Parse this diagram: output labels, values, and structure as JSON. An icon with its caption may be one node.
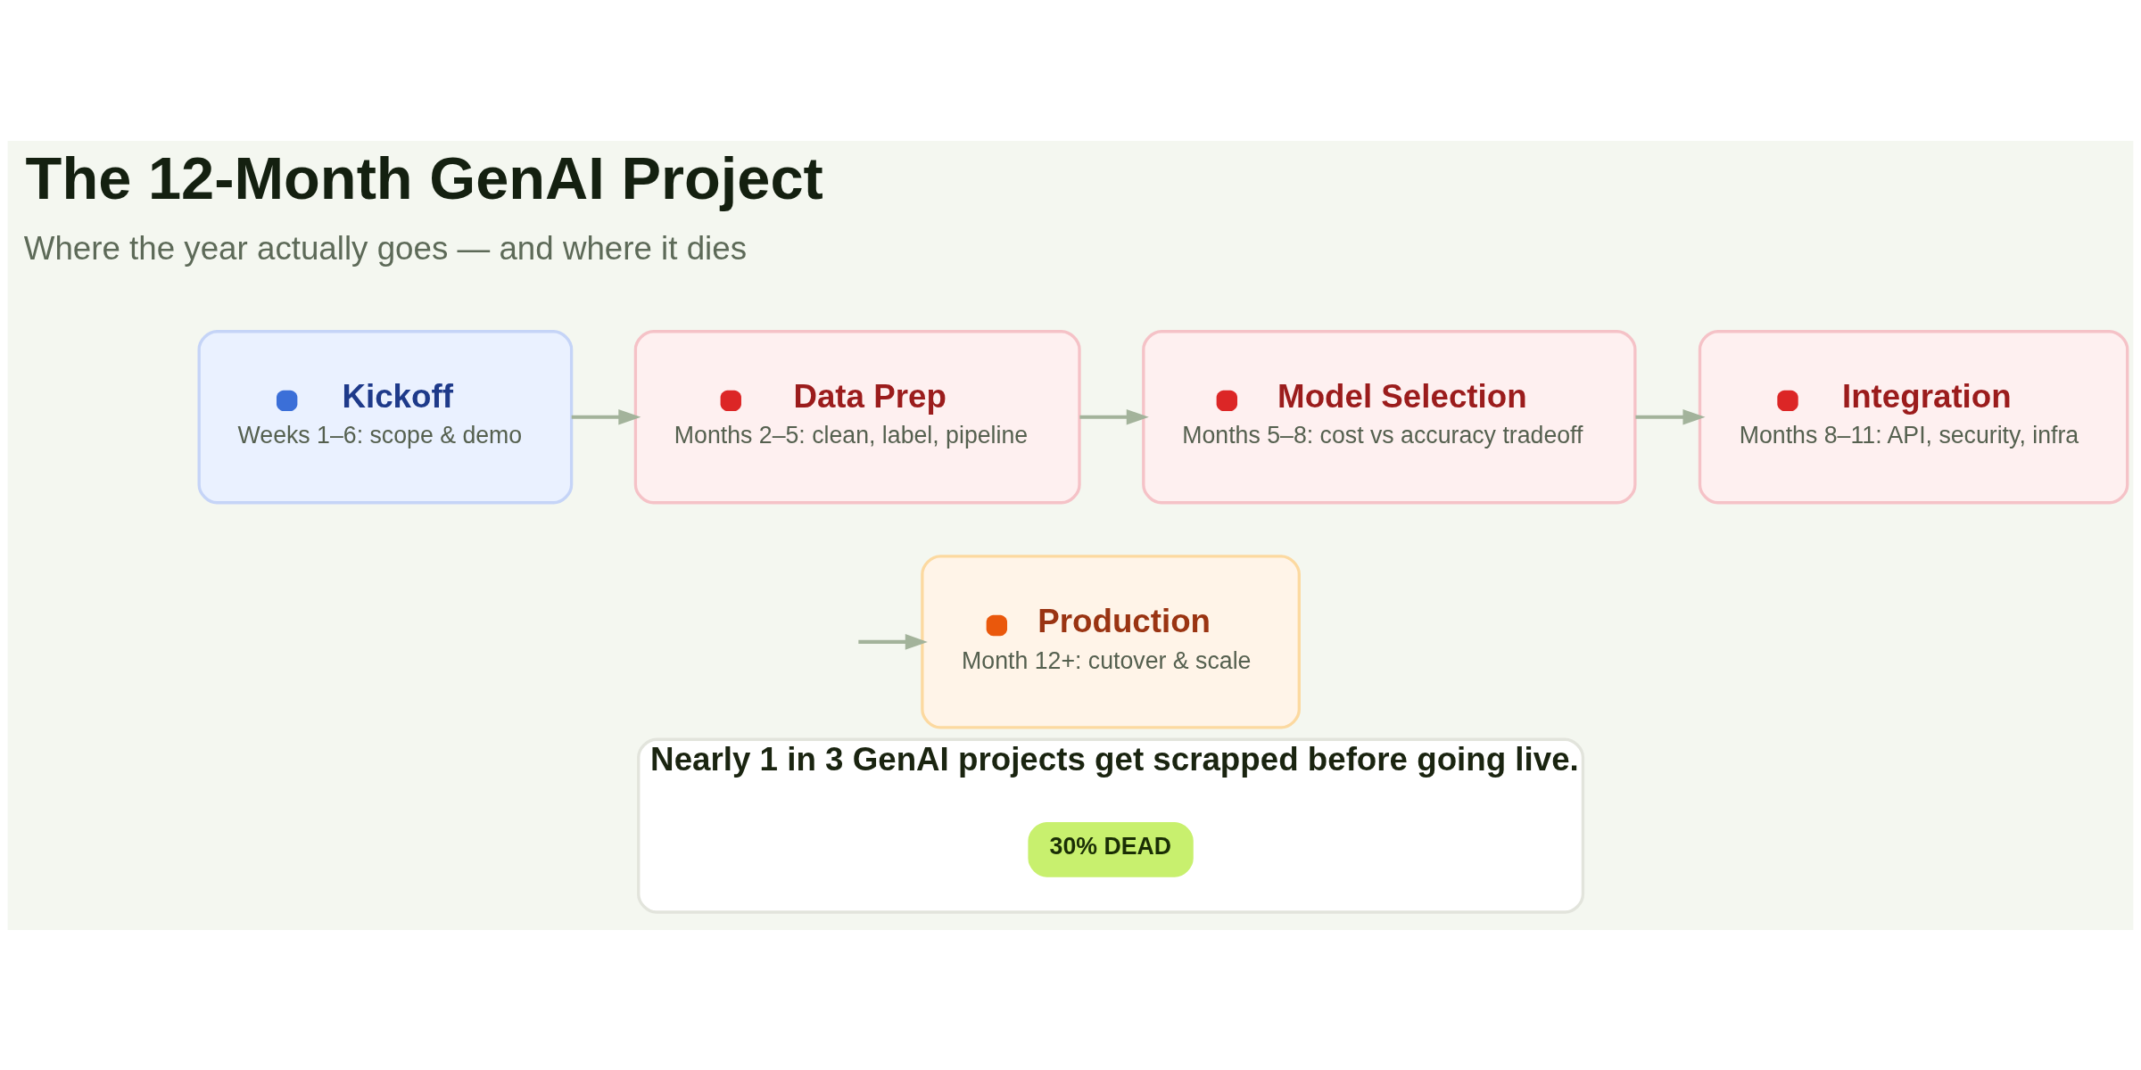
{
  "diagram": {
    "title": "The 12-Month GenAI Project",
    "nodes": [
      {
        "text": [
          "Kickoff",
          "Weeks 1–6: scope & demo"
        ]
      },
      {
        "text": [
          "Data Prep",
          "Months 2–5: clean, label, pipeline"
        ]
      },
      {
        "text": [
          "Model Selection",
          "Months 5–8: cost vs accuracy tradeoff"
        ]
      },
      {
        "text": [
          "Integration",
          "Months 8–11: API, security, infra"
        ]
      },
      {
        "text": [
          "Production",
          "Month 12+: cutover & scale"
        ]
      },
      {
        "text": [
          "Nearly 1 in 3 GenAI projects get scrapped before going live."
        ]
      },
      {
        "text": [
          "30% DEAD"
        ],
        "in": 5
      }
    ],
    "edges": [
      {
        "from": 0,
        "to": 1,
        "arrow": "to"
      },
      {
        "from": 1,
        "to": 2,
        "arrow": "to"
      },
      {
        "from": 2,
        "to": 3,
        "arrow": "to"
      },
      {
        "from": null,
        "to": 4,
        "arrow": "to"
      }
    ],
    "labels": [
      "Where the year actually goes — and where it dies"
    ]
  }
}
